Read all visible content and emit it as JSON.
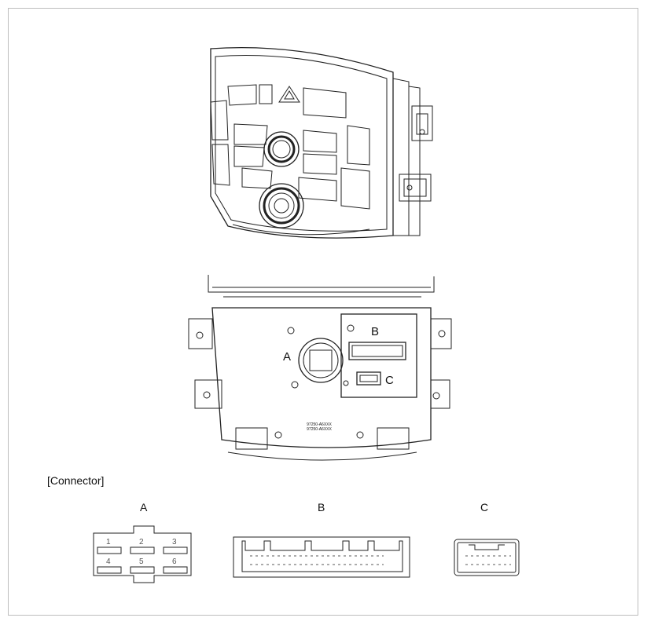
{
  "callouts": {
    "a": "A",
    "b": "B",
    "c": "C"
  },
  "section_title": "[Connector]",
  "connectors": [
    {
      "id": "A",
      "label": "A",
      "pins": [
        "1",
        "2",
        "3",
        "4",
        "5",
        "6"
      ]
    },
    {
      "id": "B",
      "label": "B"
    },
    {
      "id": "C",
      "label": "C"
    }
  ],
  "part_numbers": [
    "97250-A6XXX",
    "97250-A6XXX"
  ]
}
